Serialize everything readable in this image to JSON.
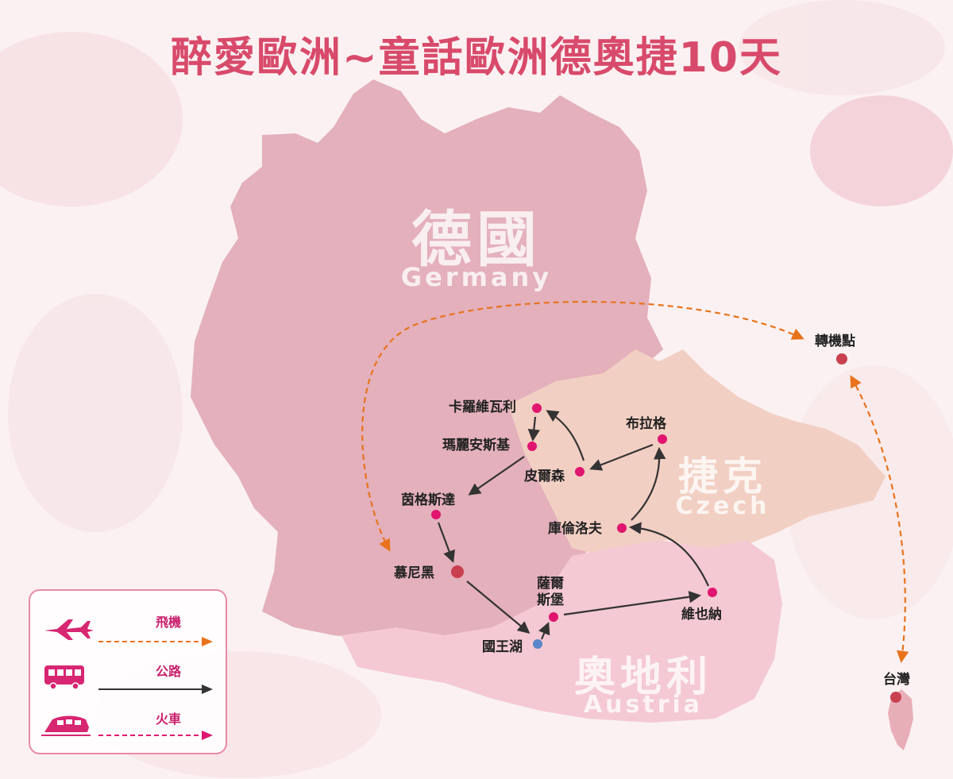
{
  "title": "醉愛歐洲~童話歐洲德奧捷10天",
  "countries": {
    "germany": {
      "zh": "德國",
      "en": "Germany"
    },
    "czech": {
      "zh": "捷克",
      "en": "Czech"
    },
    "austria": {
      "zh": "奧地利",
      "en": "Austria"
    }
  },
  "cities": {
    "transfer": "轉機點",
    "taiwan": "台灣",
    "karlovy_vary": "卡羅維瓦利",
    "marianske_lazne": "瑪麗安斯基",
    "plzen": "皮爾森",
    "prague": "布拉格",
    "ingolstadt": "茵格斯達",
    "munich": "慕尼黑",
    "cesky_krumlov": "庫倫洛夫",
    "salzburg": "薩爾斯堡",
    "konigssee": "國王湖",
    "vienna": "維也納"
  },
  "legend": {
    "flight": "飛機",
    "road": "公路",
    "train": "火車"
  },
  "colors": {
    "title": "#d84a6b",
    "germany": "#e3b0bc",
    "czech": "#f2cfc3",
    "austria": "#f4c9d3",
    "city_dot": "#e0156f",
    "hub_dot": "#c9404f",
    "lake_dot": "#5a86c9",
    "flight_line": "#e8731c",
    "road_line": "#333333",
    "train_line": "#e0156f"
  }
}
